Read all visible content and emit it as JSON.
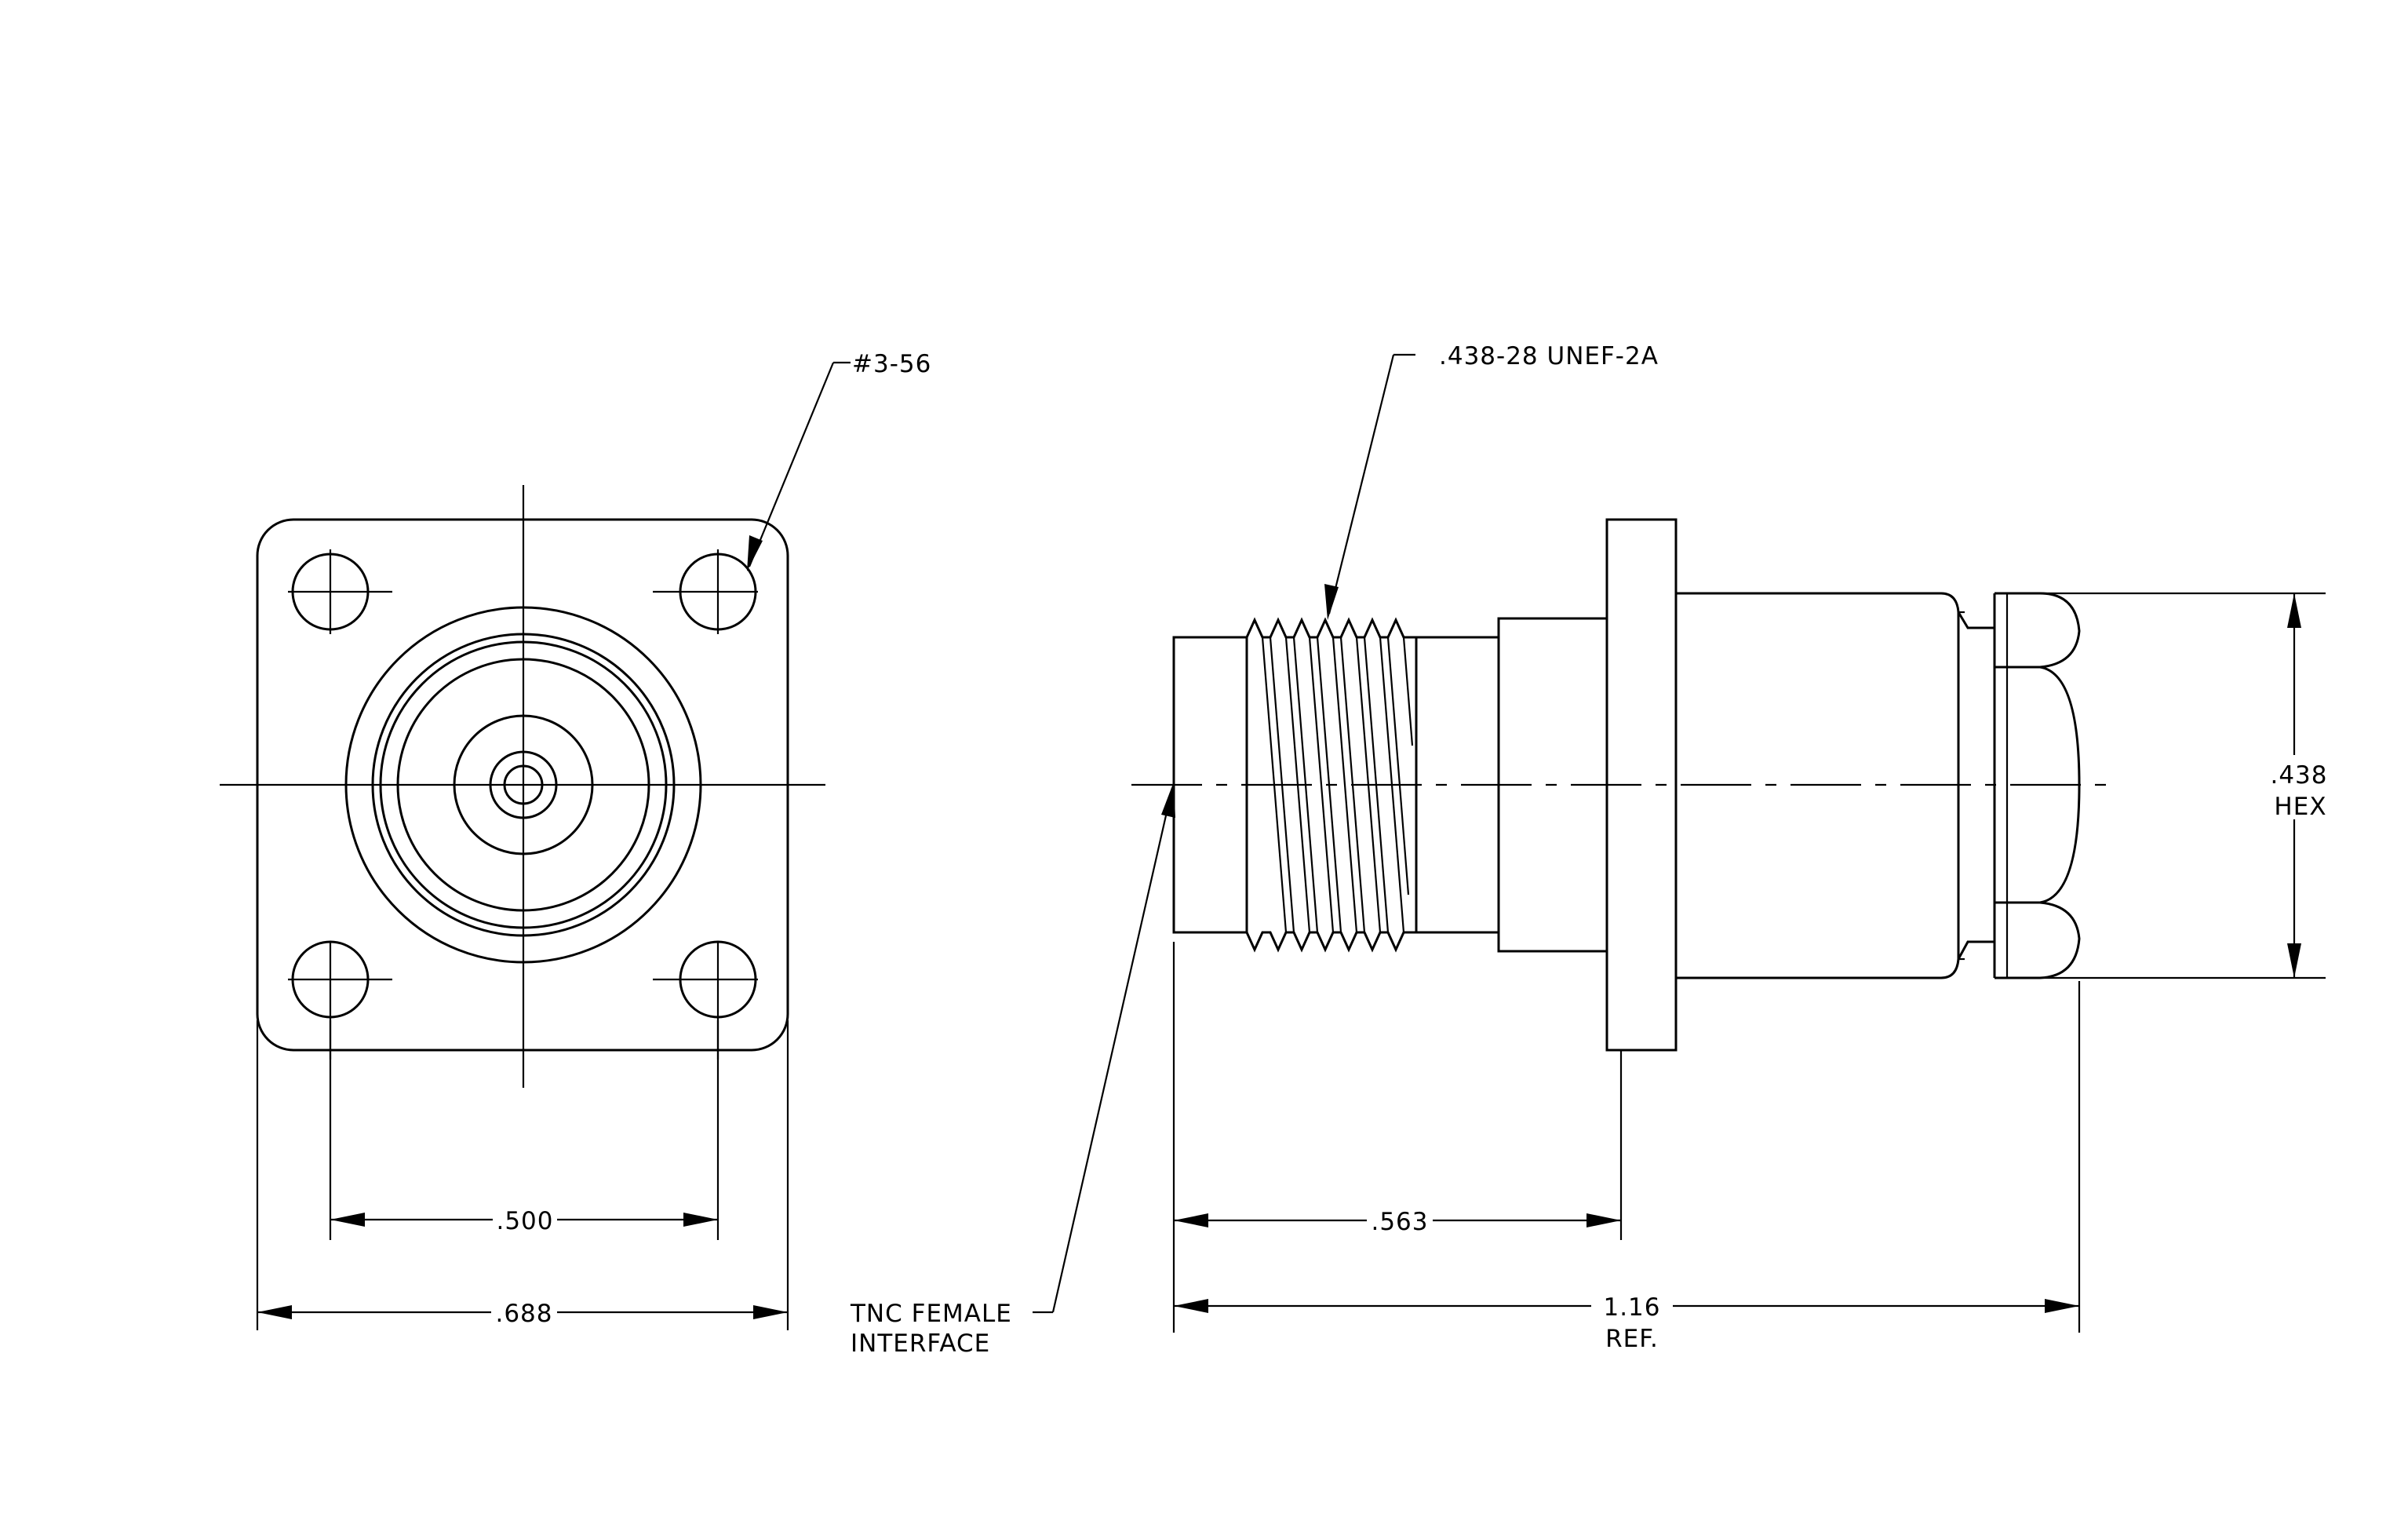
{
  "annotations": {
    "screw_thread": "#3-56",
    "coupling_thread": ".438-28 UNEF-2A",
    "interface_line1": "TNC FEMALE",
    "interface_line2": "INTERFACE",
    "hex_value": ".438",
    "hex_label": "HEX"
  },
  "dimensions": {
    "hole_spacing": ".500",
    "flange_width": ".688",
    "front_to_flange": ".563",
    "overall_length": "1.16",
    "overall_length_note": "REF."
  }
}
